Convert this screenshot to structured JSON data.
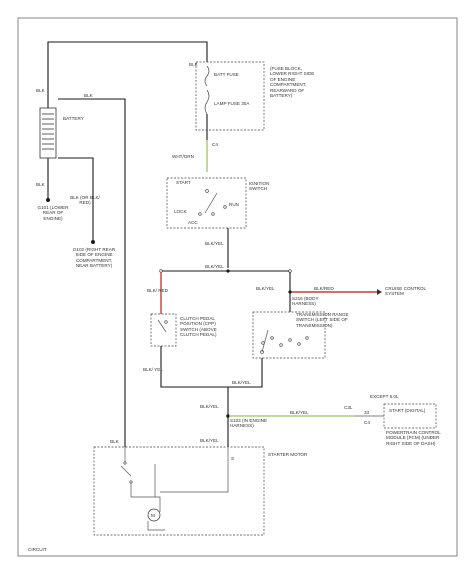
{
  "labels": {
    "blk_top": "BLK",
    "blk_left": "BLK",
    "blk_red_bat": "BLK",
    "battery": "BATTERY",
    "blk_ground": "BLK",
    "g101": "G101 (LOWER REAR OF ENGINE)",
    "blk_red_to_g102": "BLK (OR BLK/ RED)",
    "g102": "G102 (RIGHT REAR SIDE OF ENGINE COMPARTMENT, NEAR BATTERY)",
    "fuse_block": "(FUSE BLOCK, LOWER RIGHT SIDE OF ENGINE COMPARTMENT, REARWARD OF BATTERY)",
    "batt_fuse": "BATT FUSE",
    "lamp_fuse": "LAMP FUSE 30A",
    "wht_grn": "WHT/GRN",
    "c4": "C4",
    "ignition_switch": "IGNITION SWITCH",
    "ign_start": "START",
    "ign_lock": "LOCK",
    "ign_acc": "ACC",
    "ign_run": "RUN",
    "blk_yel_1": "BLK/YEL",
    "blk_yel_bus": "BLK/YEL",
    "blk_yel_to_cruise": "BLK/YEL",
    "blk_red_cruise": "BLK/RED",
    "cruise_control": "CRUISE CONTROL SYSTEM",
    "blk_red_clutch": "BLK/ RED",
    "clutch_switch": "CLUTCH PEDAL POSITION (CPP) SWITCH (ABOVE CLUTCH PEDAL)",
    "s216": "S216 (BODY HARNESS)",
    "trans_range": "TRANSMISSION RANGE SWITCH (LEFT SIDE OF TRANSMISSION)",
    "blk_yel_clutch_out": "BLK/ YEL",
    "blk_yel_trans_out": "BLK/YEL",
    "blk_yel_splice": "BLK/YEL",
    "s103": "S103 (IN ENGINE HARNESS)",
    "blk_yel_pcm": "BLK/YEL",
    "blk_yel_starter": "BLK/YEL",
    "pcm_c3l": "C3L",
    "pcm_33": "33",
    "pcm_c4": "C4",
    "except_5sl": "EXCEPT 5.0L",
    "start_pcm": "START (DIGITAL)",
    "pcm": "POWERTRAIN CONTROL MODULE (PCM) (UNDER RIGHT SIDE OF DASH)",
    "blk_starter": "BLK",
    "starter_motor": "STARTER MOTOR",
    "s_terminal": "S",
    "footer": "CIRCUIT"
  }
}
